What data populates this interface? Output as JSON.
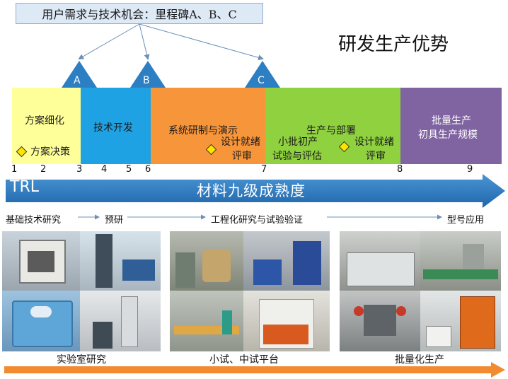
{
  "header": {
    "milestones_title": "用户需求与技术机会：里程碑A、B、C",
    "slide_title": "研发生产优势"
  },
  "milestones": [
    "A",
    "B",
    "C"
  ],
  "phases": [
    {
      "lines": [
        "方案细化"
      ],
      "color": "#ffff99"
    },
    {
      "lines": [
        "技术开发"
      ],
      "color": "#1fa2e3"
    },
    {
      "lines": [
        "系统研制与演示"
      ],
      "color": "#f7953b"
    },
    {
      "lines": [
        "生产与部署"
      ],
      "color": "#8fd13f"
    },
    {
      "lines": [
        "批量生产",
        "初具生产规模"
      ],
      "color": "#8064a2"
    }
  ],
  "reviews": [
    {
      "text": "方案决策"
    },
    {
      "lines": [
        "设计就绪",
        "评审"
      ]
    },
    {
      "lines": [
        "小批初产",
        "试验与评估"
      ]
    },
    {
      "lines": [
        "设计就绪",
        "评审"
      ]
    }
  ],
  "trl": {
    "numbers": [
      "1",
      "2",
      "3",
      "4",
      "5",
      "6",
      "7",
      "8",
      "9"
    ],
    "label": "TRL",
    "arrow_text": "材料九级成熟度"
  },
  "stages": [
    "基础技术研究",
    "预研",
    "工程化研究与试验验证",
    "型号应用"
  ],
  "captions": [
    "实验室研究",
    "小试、中试平台",
    "批量化生产"
  ],
  "colors": {
    "diamond": "#ffe400",
    "trl_arrow": "#2d7fc4",
    "bottom_arrow": "#f28a30"
  }
}
